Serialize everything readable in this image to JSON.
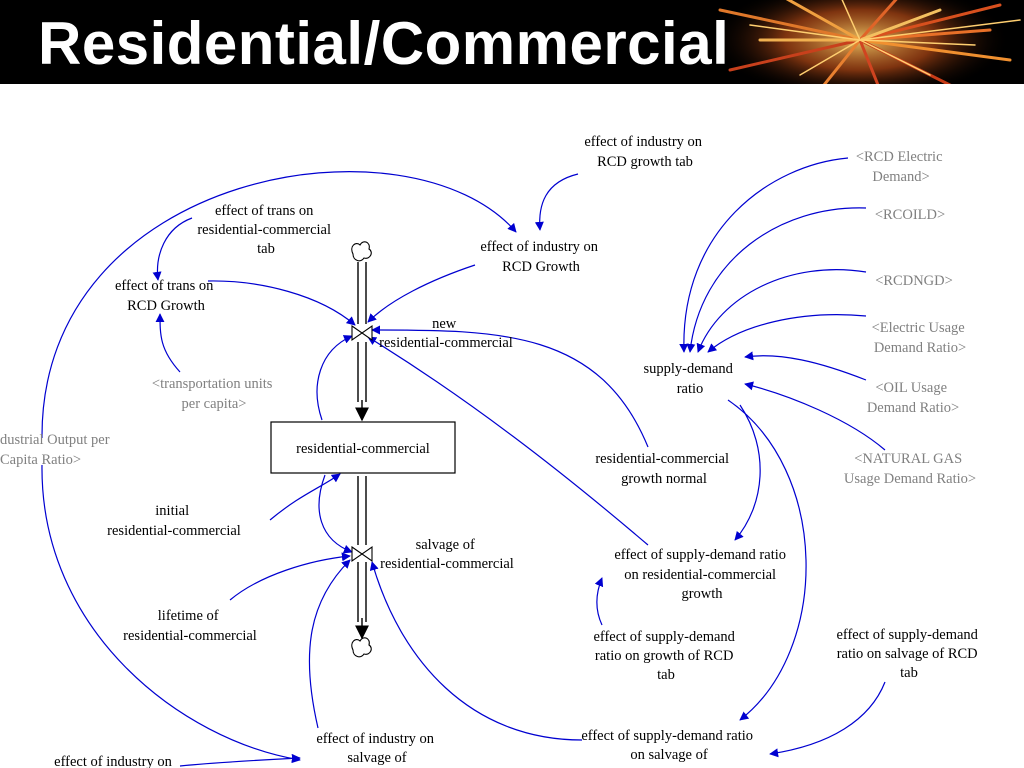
{
  "title": "Residential/Commercial",
  "diagram": {
    "stock": "residential-commercial",
    "flows": {
      "inflow": [
        "new",
        "residential-commercial"
      ],
      "outflow": [
        "salvage of",
        "residential-commercial"
      ]
    },
    "variables": {
      "effect_industry_rcd_growth_tab": [
        "effect of industry on",
        "RCD growth tab"
      ],
      "effect_industry_rcd_growth": [
        "effect of industry on",
        "RCD Growth"
      ],
      "effect_trans_tab": [
        "effect of trans on",
        "residential-commercial",
        "tab"
      ],
      "effect_trans_rcd_growth": [
        "effect of trans on",
        "RCD Growth"
      ],
      "initial_rc": [
        "initial",
        "residential-commercial"
      ],
      "lifetime_rc": [
        "lifetime of",
        "residential-commercial"
      ],
      "rc_growth_normal": [
        "residential-commercial",
        "growth normal"
      ],
      "supply_demand_ratio": [
        "supply-demand",
        "ratio"
      ],
      "effect_sdr_growth": [
        "effect of supply-demand ratio",
        "on residential-commercial",
        "growth"
      ],
      "effect_sdr_growth_tab": [
        "effect of supply-demand",
        "ratio on growth of RCD",
        "tab"
      ],
      "effect_sdr_salvage_tab": [
        "effect of supply-demand",
        "ratio on salvage of RCD",
        "tab"
      ],
      "effect_sdr_salvage": [
        "effect of supply-demand ratio",
        "on salvage of"
      ],
      "effect_industry_salvage": [
        "effect of industry on",
        "salvage of"
      ],
      "effect_industry_on_bottom": [
        "effect of industry on"
      ]
    },
    "shadow_variables": {
      "transportation_units": [
        "<transportation units",
        "per capita>"
      ],
      "industrial_output": [
        "dustrial Output per",
        "Capita Ratio>"
      ],
      "rcd_electric": [
        "<RCD Electric",
        "Demand>"
      ],
      "rcoild": [
        "<RCOILD>"
      ],
      "rcdngd": [
        "<RCDNGD>"
      ],
      "electric_usage": [
        "<Electric Usage",
        "Demand Ratio>"
      ],
      "oil_usage": [
        "<OIL Usage",
        "Demand Ratio>"
      ],
      "natural_gas": [
        "<NATURAL GAS",
        "Usage Demand Ratio>"
      ]
    }
  }
}
